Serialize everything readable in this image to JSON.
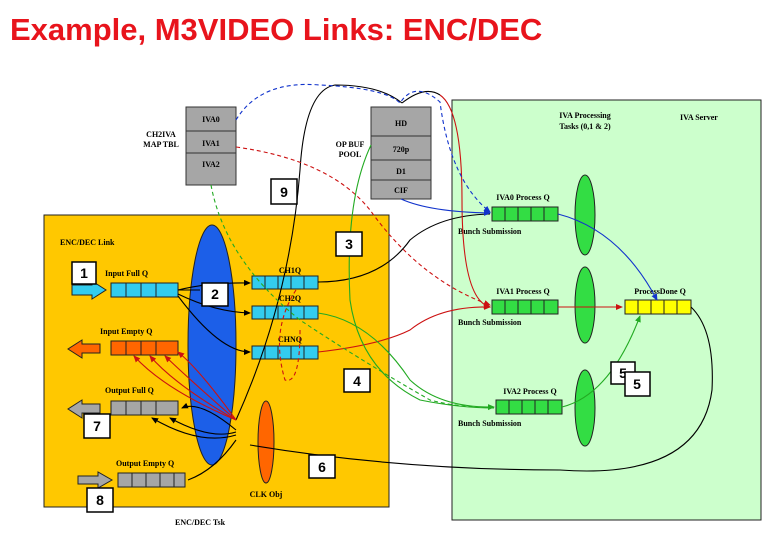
{
  "title": "Example, M3VIDEO Links: ENC/DEC",
  "colors": {
    "title": "#e8141c",
    "encdec_panel": "#ffc800",
    "iva_panel": "#ccffcc",
    "queue_cyan": "#33ccee",
    "queue_orange": "#ff6600",
    "queue_gray": "#a6a6a6",
    "queue_green": "#33dd44",
    "queue_yellow": "#ffff00",
    "bunch_ellipse": "#1c5fe8",
    "clk_ellipse": "#ff6600",
    "task_ellipse": "#33dd44"
  },
  "map_table": {
    "label_line1": "CH2IVA",
    "label_line2": "MAP TBL",
    "rows": [
      "IVA0",
      "IVA1",
      "IVA2"
    ]
  },
  "buffer_pool": {
    "label_line1": "OP BUF",
    "label_line2": "POOL",
    "rows": [
      "HD",
      "720p",
      "D1",
      "CIF"
    ]
  },
  "encdec_link": {
    "label": "ENC/DEC Link",
    "task_label": "ENC/DEC Tsk",
    "clk_label": "CLK Obj",
    "input_full_q": "Input Full Q",
    "input_empty_q": "Input Empty Q",
    "output_full_q": "Output  Full Q",
    "output_empty_q": "Output  Empty Q",
    "channel_queues": [
      "CH1Q",
      "CH2Q",
      "CHNQ"
    ]
  },
  "iva_server": {
    "label": "IVA Server",
    "tasks_line1": "IVA Processing",
    "tasks_line2": "Tasks (0,1 & 2)",
    "process_queues": [
      "IVA0 Process Q",
      "IVA1 Process Q",
      "IVA2 Process Q"
    ],
    "bunch_submission": "Bunch Submission",
    "process_done_q": "ProcessDone Q"
  },
  "step_numbers": [
    "1",
    "2",
    "3",
    "4",
    "5",
    "5",
    "6",
    "7",
    "8",
    "9"
  ]
}
